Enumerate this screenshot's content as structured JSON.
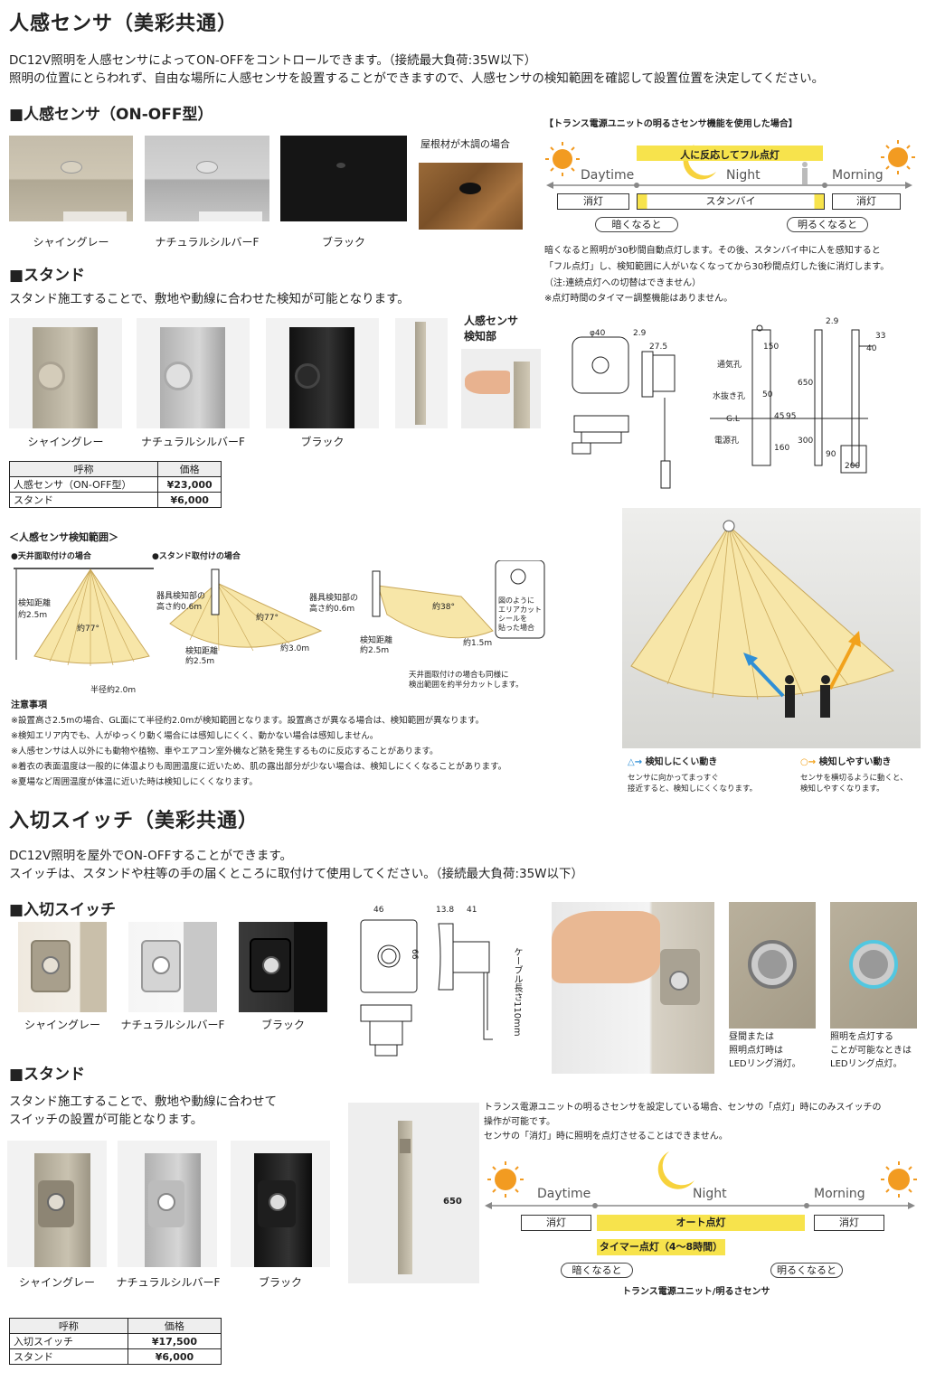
{
  "sensor": {
    "title": "人感センサ（美彩共通）",
    "intro1": "DC12V照明を人感センサによってON-OFFをコントロールできます。（接続最大負荷:35W以下）",
    "intro2": "照明の位置にとらわれず、自由な場所に人感センサを設置することができますので、人感センサの検知範囲を確認して設置位置を決定してください。",
    "onoff_heading": "■人感センサ（ON-OFF型）",
    "wood_note": "屋根材が木調の場合",
    "colors": [
      "シャイングレー",
      "ナチュラルシルバーF",
      "ブラック"
    ],
    "stand_heading": "■スタンド",
    "stand_text": "スタンド施工することで、敷地や動線に合わせた検知が可能となります。",
    "detect_label1": "人感センサ",
    "detect_label2": "検知部",
    "price_header": [
      "呼称",
      "価格"
    ],
    "prices": [
      [
        "人感センサ（ON-OFF型）",
        "¥23,000"
      ],
      [
        "スタンド",
        "¥6,000"
      ]
    ],
    "timeline": {
      "heading": "【トランス電源ユニットの明るさセンサ機能を使用した場合】",
      "react": "人に反応してフル点灯",
      "daytime": "Daytime",
      "night": "Night",
      "morning": "Morning",
      "off": "消灯",
      "standby": "スタンバイ",
      "dark": "暗くなると",
      "bright": "明るくなると"
    },
    "tl_note1": "暗くなると照明が30秒間自動点灯します。その後、スタンバイ中に人を感知すると",
    "tl_note2": "「フル点灯」し、検知範囲に人がいなくなってから30秒間点灯した後に消灯します。",
    "tl_note3": "（注:連続点灯への切替はできません）",
    "tl_note4": "※点灯時間のタイマー調整機能はありません。",
    "dims": {
      "d40": "φ40",
      "d29": "2.9",
      "d275": "27.5",
      "vent": "通気孔",
      "drain": "水抜き孔",
      "gl": "G.L",
      "power": "電源孔",
      "d150": "150",
      "d50": "50",
      "d45": "45",
      "d95": "95",
      "d650": "650",
      "d300": "300",
      "d160": "160",
      "d90": "90",
      "d200": "200",
      "d33": "33",
      "d40b": "40"
    },
    "range": {
      "heading": "＜人感センサ検知範囲＞",
      "ceiling": "●天井面取付けの場合",
      "stand": "●スタンド取付けの場合",
      "dist1": "検知距離",
      "dist2": "約2.5m",
      "angle": "約77°",
      "radius": "半径約2.0m",
      "h1": "器具検知部の",
      "h2": "高さ約0.6m",
      "d30": "約3.0m",
      "d25": "約2.5m",
      "a38": "約38°",
      "d15": "約1.5m",
      "cut1": "図のように",
      "cut2": "エリアカット",
      "cut3": "シールを",
      "cut4": "貼った場合",
      "half1": "天井面取付けの場合も同様に",
      "half2": "検出範囲を約半分カットします。"
    },
    "notes": {
      "heading": "注意事項",
      "n1": "※設置高さ2.5mの場合、GL面にて半径約2.0mが検知範囲となります。設置高さが異なる場合は、検知範囲が異なります。",
      "n2": "※検知エリア内でも、人がゆっくり動く場合には感知しにくく、動かない場合は感知しません。",
      "n3": "※人感センサは人以外にも動物や植物、車やエアコン室外機など熱を発生するものに反応することがあります。",
      "n4": "※着衣の表面温度は一般的に体温よりも周囲温度に近いため、肌の露出部分が少ない場合は、検知しにくくなることがあります。",
      "n5": "※夏場など周囲温度が体温に近いた時は検知しにくくなります。"
    },
    "motion": {
      "hard": "検知しにくい動き",
      "easy": "検知しやすい動き",
      "hard1": "センサに向かってまっすぐ",
      "hard2": "接近すると、検知しにくくなります。",
      "easy1": "センサを横切るように動くと、",
      "easy2": "検知しやすくなります。"
    }
  },
  "switch": {
    "title": "入切スイッチ（美彩共通）",
    "intro1": "DC12V照明を屋外でON-OFFすることができます。",
    "intro2": "スイッチは、スタンドや柱等の手の届くところに取付けて使用してください。（接続最大負荷:35W以下）",
    "heading": "■入切スイッチ",
    "colors": [
      "シャイングレー",
      "ナチュラルシルバーF",
      "ブラック"
    ],
    "dims": {
      "d46": "46",
      "d66": "66",
      "d138": "13.8",
      "d41": "41",
      "cable": "ケーブル長さ110mm",
      "d650": "650"
    },
    "led1": [
      "昼間または",
      "照明点灯時は",
      "LEDリング消灯。"
    ],
    "led2": [
      "照明を点灯する",
      "ことが可能なときは",
      "LEDリング点灯。"
    ],
    "stand_heading": "■スタンド",
    "stand_text1": "スタンド施工することで、敷地や動線に合わせて",
    "stand_text2": "スイッチの設置が可能となります。",
    "note1": "トランス電源ユニットの明るさセンサを設定している場合、センサの「点灯」時にのみスイッチの",
    "note2": "操作が可能です。",
    "note3": "センサの「消灯」時に照明を点灯させることはできません。",
    "timeline": {
      "daytime": "Daytime",
      "night": "Night",
      "morning": "Morning",
      "off": "消灯",
      "auto": "オート点灯",
      "timer": "タイマー点灯（4～8時間）",
      "dark": "暗くなると",
      "bright": "明るくなると",
      "caption": "トランス電源ユニット/明るさセンサ"
    },
    "price_header": [
      "呼称",
      "価格"
    ],
    "prices": [
      [
        "入切スイッチ",
        "¥17,500"
      ],
      [
        "スタンド",
        "¥6,000"
      ]
    ]
  },
  "colors_hex": {
    "grey": "#b8b2a3",
    "silver": "#c8c8c8",
    "black": "#1c1c1c",
    "wood": "#8a6034",
    "yellow": "#f7e34c",
    "sun": "#f29b21",
    "cone": "#f7e6a8"
  }
}
